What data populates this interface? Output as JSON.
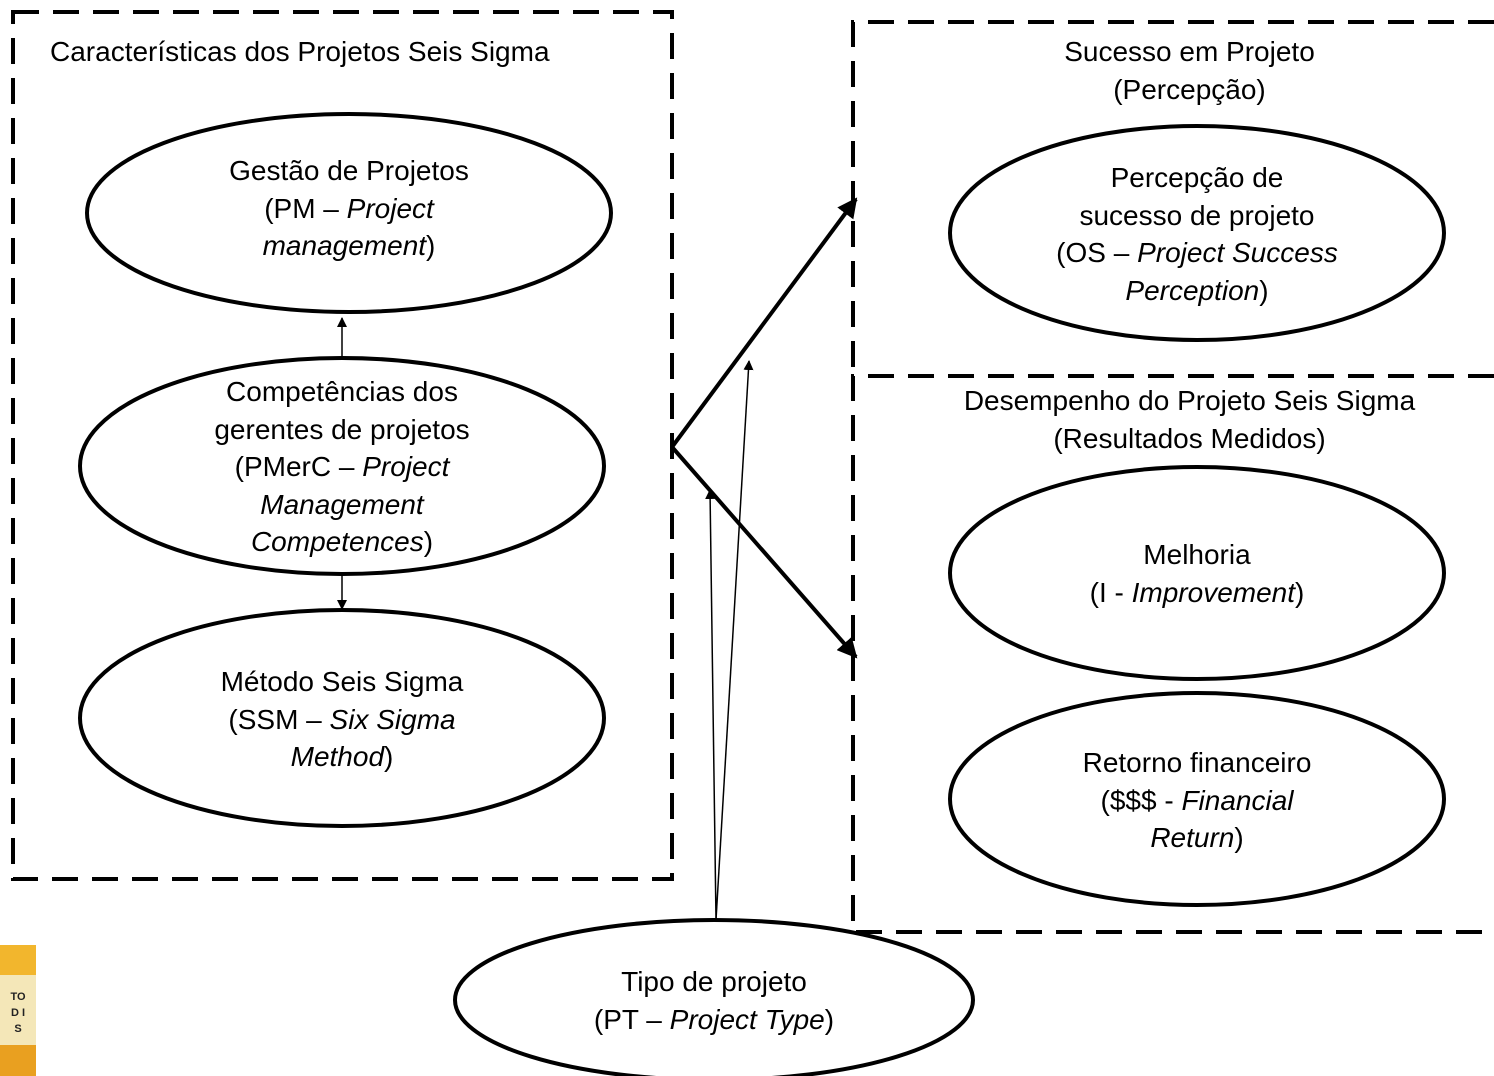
{
  "groups": {
    "characteristics": {
      "title": "Características dos Projetos Seis Sigma"
    },
    "success": {
      "title_line1": "Sucesso em Projeto",
      "title_line2": "(Percepção)"
    },
    "performance": {
      "title_line1": "Desempenho do Projeto Seis Sigma",
      "title_line2": "(Resultados Medidos)"
    }
  },
  "nodes": {
    "pm": {
      "l1": "Gestão de Projetos",
      "l2_pre": "(PM – ",
      "l2_it": "Project",
      "l3_it": "management",
      "l3_post": ")"
    },
    "pmerc": {
      "l1": "Competências dos",
      "l2": "gerentes de projetos",
      "l3_pre": "(PMerC – ",
      "l3_it": "Project",
      "l4_it": "Management",
      "l5_it": "Competences",
      "l5_post": ")"
    },
    "ssm": {
      "l1": "Método Seis Sigma",
      "l2_pre": "(SSM – ",
      "l2_it": "Six Sigma",
      "l3_it": "Method",
      "l3_post": ")"
    },
    "os": {
      "l1": "Percepção de",
      "l2": "sucesso de projeto",
      "l3_pre": "(OS – ",
      "l3_it": "Project Success",
      "l4_it": "Perception",
      "l4_post": ")"
    },
    "i": {
      "l1": "Melhoria",
      "l2_pre": "(I - ",
      "l2_it": "Improvement",
      "l2_post": ")"
    },
    "fin": {
      "l1": "Retorno financeiro",
      "l2_pre": "($$$ - ",
      "l2_it": "Financial",
      "l3_it": "Return",
      "l3_post": ")"
    },
    "pt": {
      "l1": "Tipo de projeto",
      "l2_pre": "(PT – ",
      "l2_it": "Project Type",
      "l2_post": ")"
    }
  }
}
